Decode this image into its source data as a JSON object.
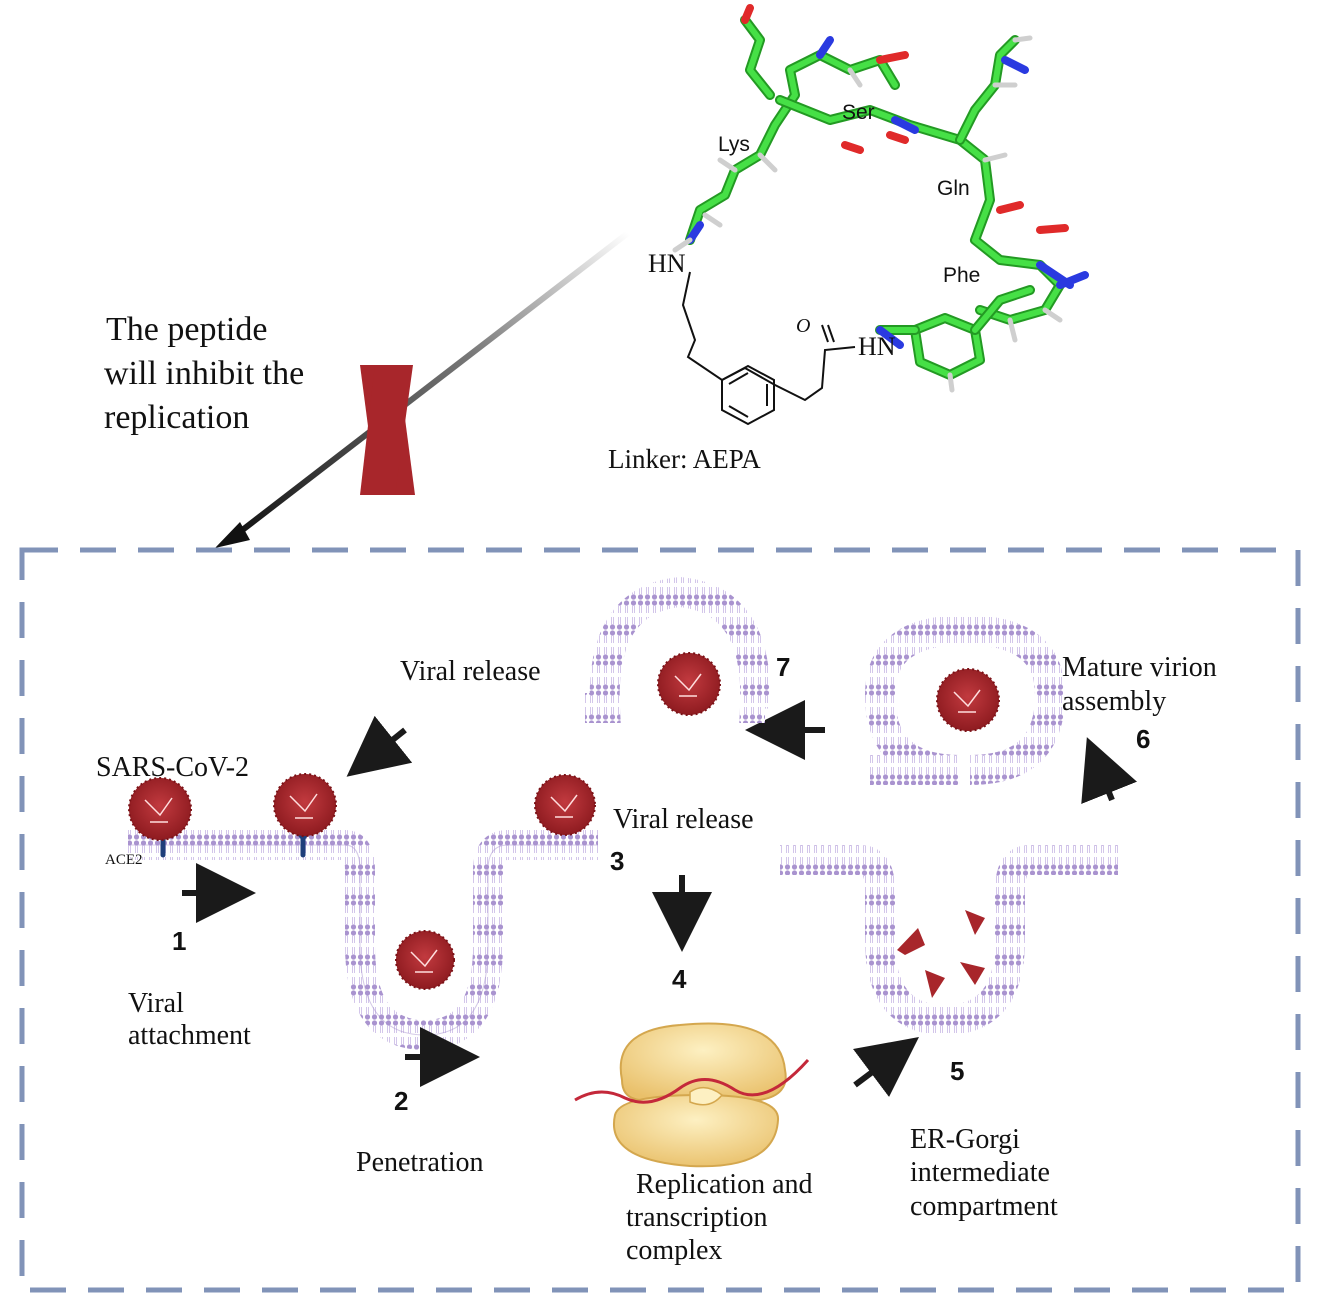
{
  "peptide": {
    "residues": [
      "Lys",
      "Ser",
      "Gln",
      "Phe"
    ],
    "amine_left": "HN",
    "amine_right": "HN",
    "carbonyl_o": "O",
    "linker_label": "Linker: AEPA"
  },
  "inhibition": {
    "line1": "The peptide",
    "line2": "will inhibit the",
    "line3": "replication"
  },
  "cycle": {
    "virus_label": "SARS-CoV-2",
    "receptor_label": "ACE2",
    "step1": {
      "number": "1",
      "line1": "Viral",
      "line2": "attachment"
    },
    "step2": {
      "number": "2",
      "line1": "Penetration"
    },
    "step3": {
      "number": "3",
      "line1": "Viral release"
    },
    "step4": {
      "number": "4",
      "line1": "Replication and",
      "line2": "transcription",
      "line3": "complex"
    },
    "step5": {
      "number": "5",
      "line1": "ER-Gorgi",
      "line2": "intermediate",
      "line3": "compartment"
    },
    "step6": {
      "number": "6",
      "line1": "Mature virion",
      "line2": "assembly"
    },
    "step7": {
      "number": "7",
      "line1": "Viral release"
    }
  },
  "colors": {
    "carbon": "#3ddc3d",
    "nitrogen": "#2a3ae0",
    "oxygen": "#e02a2a",
    "membrane": "#b7a6d6",
    "virus": "#a8262b",
    "receptor": "#1f3f7a",
    "ribosome": "#f5d78a",
    "dashed_border": "#8193b8",
    "x_mark": "#a8262b"
  }
}
